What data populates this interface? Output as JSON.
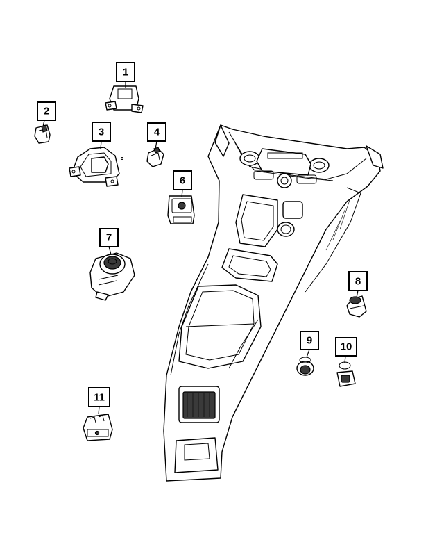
{
  "diagram": {
    "callouts": [
      {
        "id": "1",
        "label": "1"
      },
      {
        "id": "2",
        "label": "2"
      },
      {
        "id": "3",
        "label": "3"
      },
      {
        "id": "4",
        "label": "4"
      },
      {
        "id": "5",
        "label": "6"
      },
      {
        "id": "6",
        "label": "7"
      },
      {
        "id": "7",
        "label": "8"
      },
      {
        "id": "8",
        "label": "9"
      },
      {
        "id": "9",
        "label": "10"
      },
      {
        "id": "10",
        "label": "11"
      }
    ]
  },
  "colors": {
    "line": "#000000",
    "background": "#ffffff",
    "dark_fill": "#3a3a3a"
  }
}
